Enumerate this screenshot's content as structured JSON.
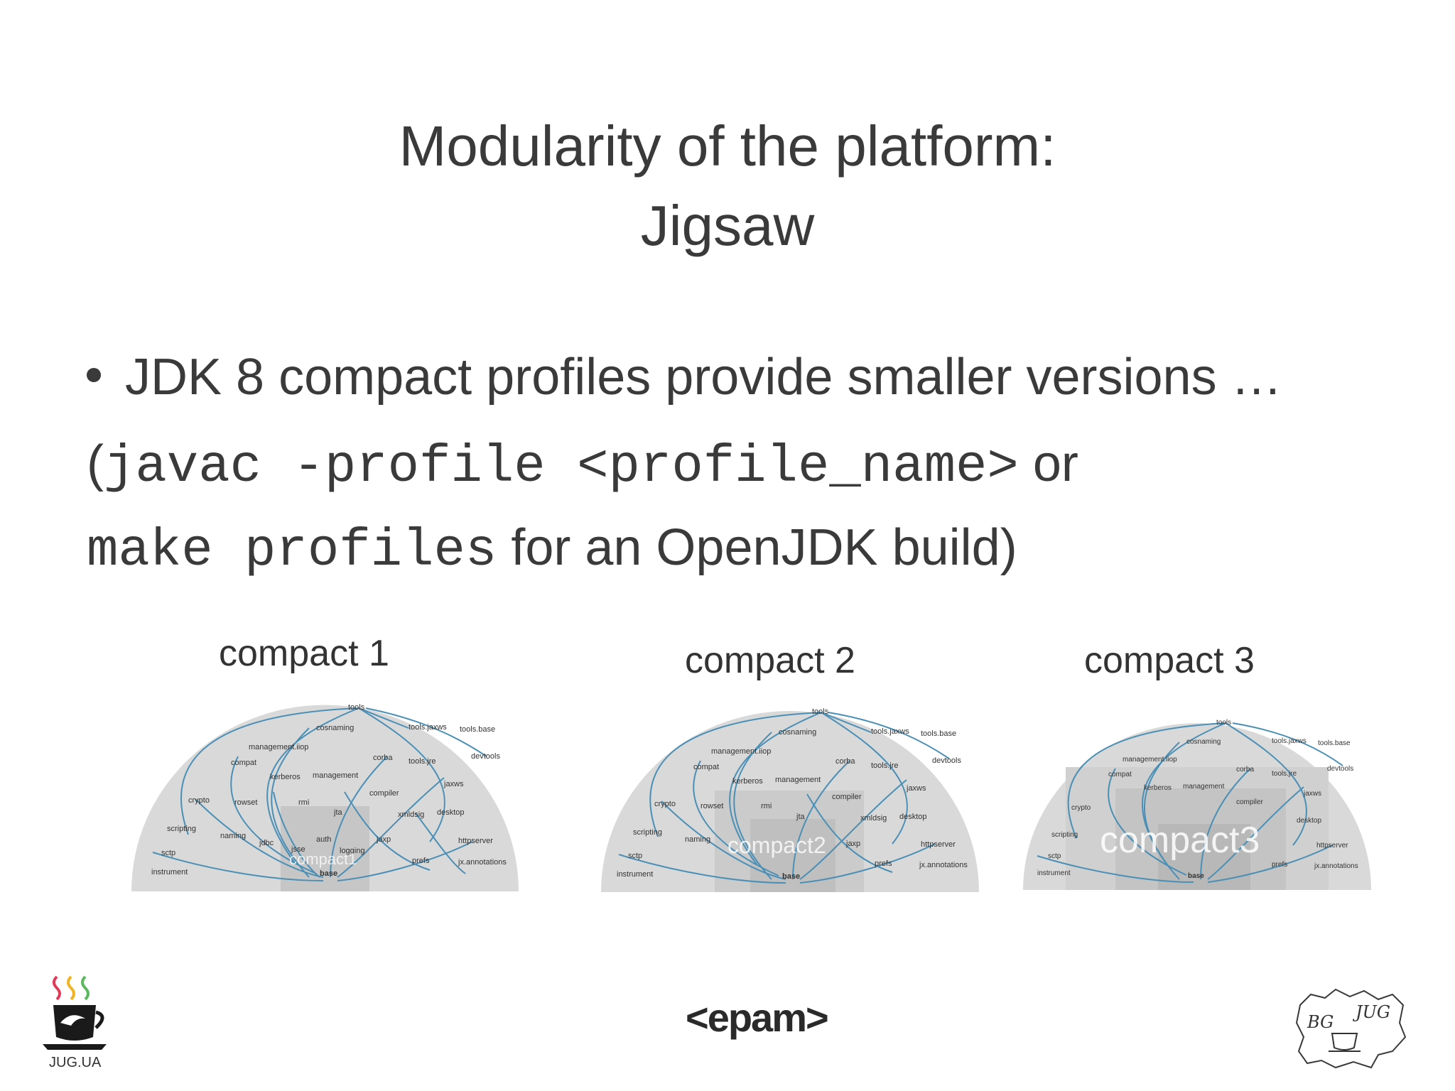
{
  "title": {
    "line1": "Modularity of the platform:",
    "line2": "Jigsaw"
  },
  "bullet": {
    "text": "JDK 8 compact profiles provide smaller versions …",
    "line2_open": "(",
    "line2_code": "javac -profile <profile_name>",
    "line2_after": "or",
    "line3_code": "make profiles",
    "line3_after": "for an OpenJDK build)"
  },
  "profiles": [
    {
      "label": "compact 1",
      "watermark": "compact1"
    },
    {
      "label": "compact 2",
      "watermark": "compact2"
    },
    {
      "label": "compact 3",
      "watermark": "compact3"
    }
  ],
  "diagram_nodes": {
    "top": "tools",
    "upper": [
      "cosnaming",
      "tools.jaxws",
      "tools.base",
      "management.iiop",
      "corba",
      "tools.jre",
      "devtools",
      "compat",
      "kerberos",
      "management",
      "jaxws"
    ],
    "middle": [
      "crypto",
      "rowset",
      "rmi",
      "compiler",
      "jta",
      "xmldsig",
      "desktop",
      "scripting",
      "naming",
      "jdbc",
      "jsse",
      "auth",
      "logging",
      "jaxp",
      "httpserver"
    ],
    "bottom": [
      "sctp",
      "instrument",
      "prefs",
      "jx.annotations",
      "base"
    ]
  },
  "logos": {
    "left": "JUG.UA",
    "center": "<epam>",
    "right_a": "BG",
    "right_b": "JUG"
  },
  "colors": {
    "text": "#3a3a3a",
    "arrow": "#4a8fb5",
    "dome": "#d9d9d9",
    "dome_inner": "#c4c4c4",
    "epam": "#2a9bb5"
  }
}
